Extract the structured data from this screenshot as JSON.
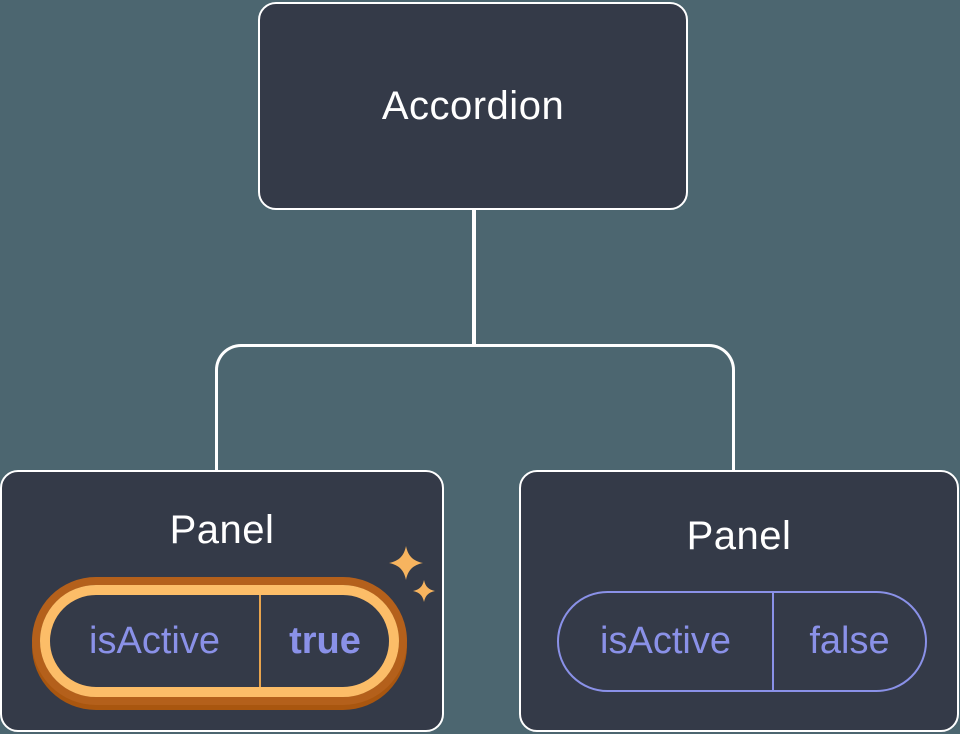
{
  "diagram": {
    "root": {
      "label": "Accordion"
    },
    "panels": [
      {
        "label": "Panel",
        "prop_name": "isActive",
        "prop_value": "true",
        "state": "active",
        "highlight": "gold-ring-with-sparkles"
      },
      {
        "label": "Panel",
        "prop_name": "isActive",
        "prop_value": "false",
        "state": "inactive",
        "highlight": "none"
      }
    ]
  },
  "icons": {
    "sparkle_large": "sparkle-icon",
    "sparkle_small": "sparkle-icon"
  },
  "colors": {
    "background": "#4c6670",
    "card": "#343a48",
    "connector": "#ffffff",
    "text_light": "#ffffff",
    "purple": "#8a91e8",
    "gold": "#fcbd68",
    "gold_dark": "#b4601b",
    "gold_shadow": "#a9560f",
    "gold_divider": "#e8a44d",
    "sparkle": "#f7b45f"
  }
}
